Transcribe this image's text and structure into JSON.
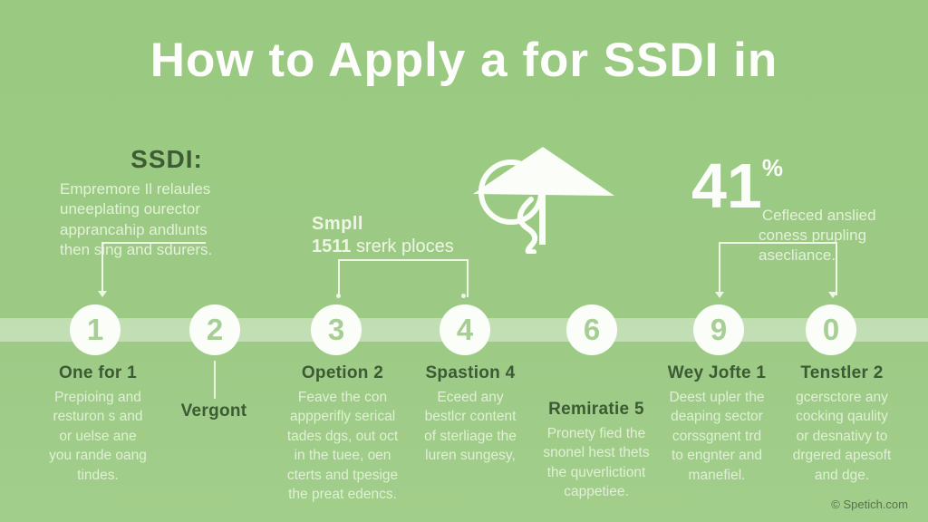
{
  "infographic": {
    "title": "How to Apply a for SSDI in",
    "colors": {
      "background": "#9cca85",
      "title_text": "#fdfefb",
      "dark_text": "#3c5a33",
      "light_text": "#e3f2d7",
      "timeline_band": "#c8e2b8",
      "circle_fill": "#fbfdf8",
      "circle_number": "#a6ce95",
      "connector": "#eef7e5"
    },
    "ssdi_block": {
      "heading": "SSDI:",
      "body": "Empremore Il relaules\nuneeplating ourector\napprancahip andlunts\nthen sing and sdurers."
    },
    "small_block": {
      "line1": "Smpll",
      "line2_bold": "1511",
      "line2_rest": " srerk ploces"
    },
    "stat_block": {
      "value": "41",
      "percent": "%",
      "body": "Cefleced anslied\nconess prupling\nasecliance."
    },
    "icon": "umbrella-icon",
    "timeline": {
      "steps": [
        {
          "number": "1"
        },
        {
          "number": "2"
        },
        {
          "number": "3"
        },
        {
          "number": "4"
        },
        {
          "number": "6"
        },
        {
          "number": "9"
        },
        {
          "number": "0"
        }
      ]
    },
    "columns": [
      {
        "title": "One for 1",
        "body": "Prepioing and\nresturon s and\nor uelse ane\nyou rande oang\ntindes."
      },
      {
        "title": "Vergont",
        "body": ""
      },
      {
        "title": "Opetion 2",
        "body": "Feave the con\nappperifly serical\ntades dgs, out oct\nin the tuee, oen\ncterts and tpesige\nthe preat edencs."
      },
      {
        "title": "Spastion 4",
        "body": "Eceed any\nbestlcr content\nof sterliage the\nluren sungesy,"
      },
      {
        "title": "Remiratie 5",
        "body": "Pronety fied the\nsnonel hest thets\nthe quverlictiont\ncappetiee."
      },
      {
        "title": "Wey Jofte 1",
        "body": "Deest upler the\ndeaping sector\ncorssgnent trd\nto engnter and\nmanefiel."
      },
      {
        "title": "Tenstler 2",
        "body": "gcersctore any\ncocking qaulity\nor desnativy to\ndrgered apesoft\nand dge."
      }
    ],
    "footer": "© Spetich.com"
  }
}
